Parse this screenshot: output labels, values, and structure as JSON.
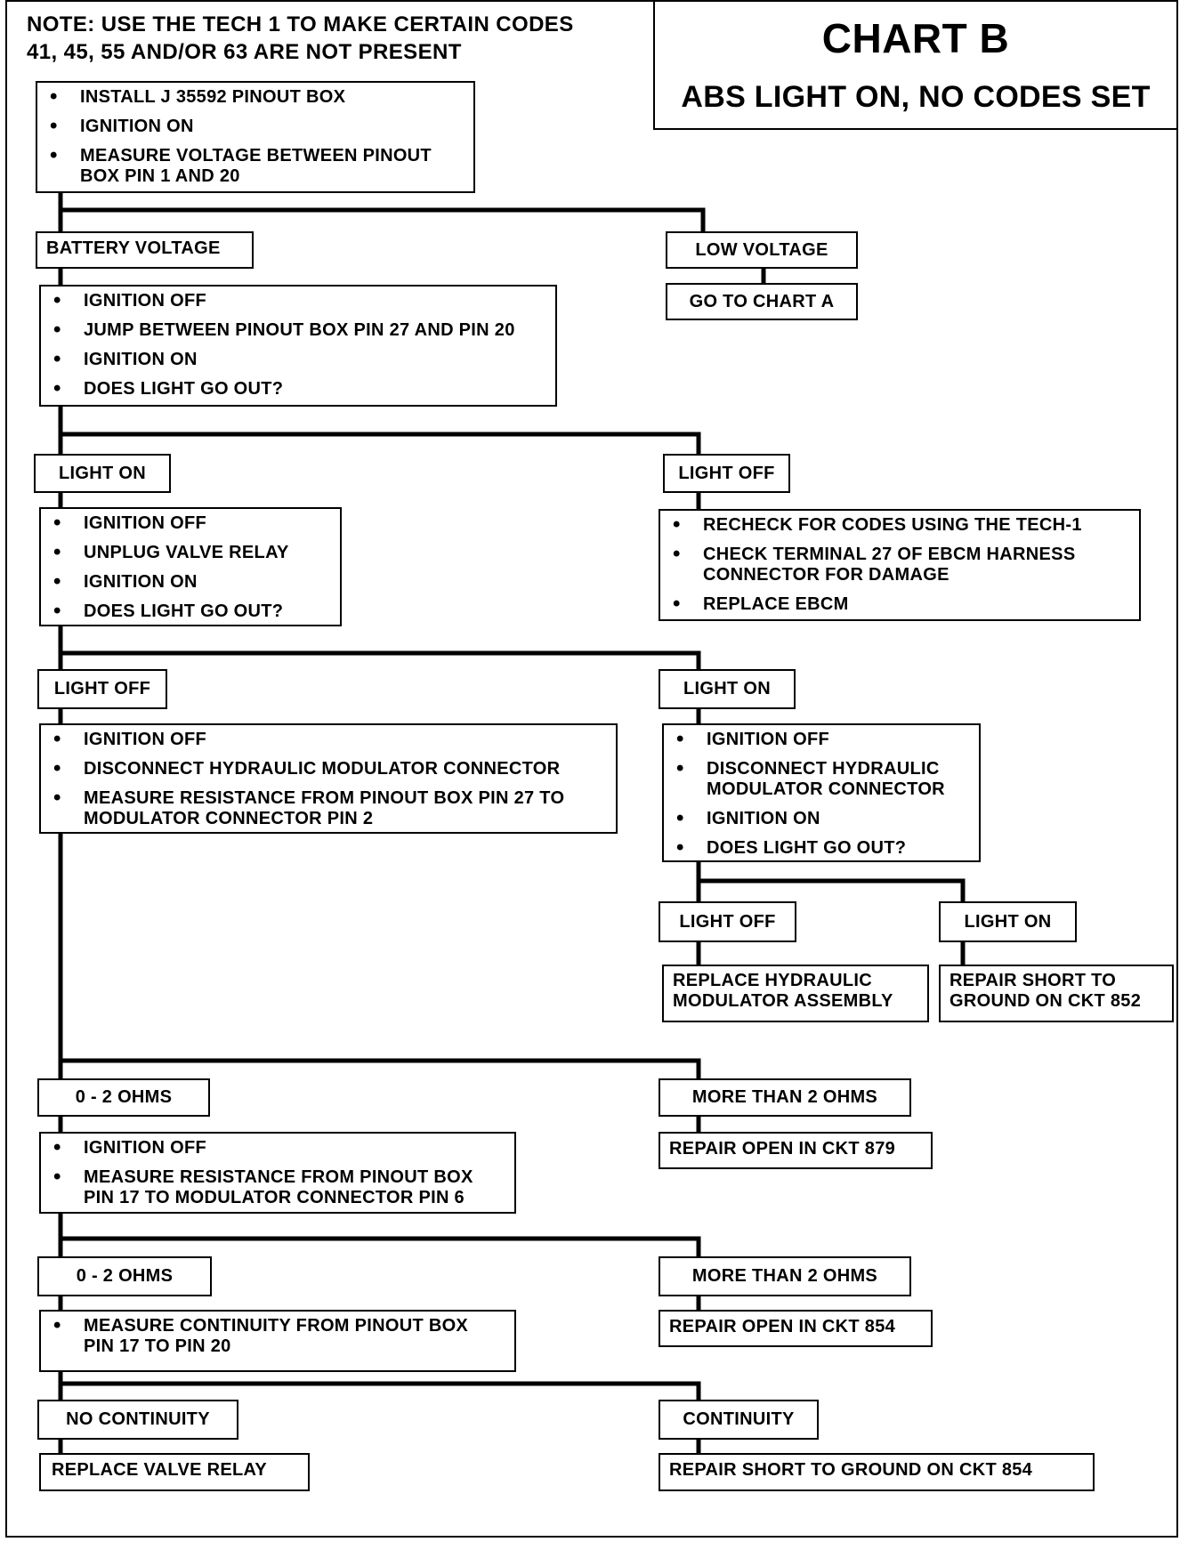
{
  "title": "CHART B",
  "subtitle": "ABS LIGHT ON, NO CODES SET",
  "note": "NOTE: USE THE TECH 1 TO MAKE CERTAIN CODES\n41, 45, 55 AND/OR 63 ARE NOT PRESENT",
  "step1": {
    "items": [
      "INSTALL J 35592 PINOUT BOX",
      "IGNITION ON",
      "MEASURE VOLTAGE BETWEEN PINOUT\nBOX PIN 1 AND 20"
    ]
  },
  "battery_voltage": "BATTERY VOLTAGE",
  "low_voltage": "LOW VOLTAGE",
  "go_to_chart_a": "GO TO CHART A",
  "step2": {
    "items": [
      "IGNITION OFF",
      "JUMP BETWEEN PINOUT BOX PIN 27 AND PIN 20",
      "IGNITION ON",
      "DOES LIGHT GO OUT?"
    ]
  },
  "light_on_1": "LIGHT ON",
  "light_off_1": "LIGHT OFF",
  "step3": {
    "items": [
      "IGNITION OFF",
      "UNPLUG VALVE RELAY",
      "IGNITION ON",
      "DOES LIGHT GO OUT?"
    ]
  },
  "recheck": {
    "items": [
      "RECHECK FOR CODES USING THE TECH-1",
      "CHECK TERMINAL 27 OF EBCM HARNESS\nCONNECTOR FOR DAMAGE",
      "REPLACE  EBCM"
    ]
  },
  "light_off_2": "LIGHT OFF",
  "light_on_2": "LIGHT ON",
  "step4": {
    "items": [
      "IGNITION OFF",
      "DISCONNECT HYDRAULIC MODULATOR CONNECTOR",
      "MEASURE RESISTANCE FROM PINOUT BOX PIN 27 TO\nMODULATOR CONNECTOR PIN 2"
    ]
  },
  "step5": {
    "items": [
      "IGNITION OFF",
      "DISCONNECT HYDRAULIC\nMODULATOR CONNECTOR",
      "IGNITION ON",
      "DOES LIGHT GO OUT?"
    ]
  },
  "light_off_3": "LIGHT OFF",
  "light_on_3": "LIGHT ON",
  "replace_modulator": "REPLACE HYDRAULIC\nMODULATOR ASSEMBLY",
  "repair_short_852": "REPAIR SHORT TO\nGROUND ON CKT 852",
  "ohms_a": "0 - 2 OHMS",
  "more_than_a": "MORE THAN 2 OHMS",
  "repair_open_879": "REPAIR OPEN IN CKT 879",
  "step6": {
    "items": [
      "IGNITION OFF",
      "MEASURE RESISTANCE FROM PINOUT BOX\nPIN 17 TO MODULATOR CONNECTOR PIN 6"
    ]
  },
  "ohms_b": "0 - 2 OHMS",
  "more_than_b": "MORE THAN 2 OHMS",
  "repair_open_854": "REPAIR OPEN IN CKT 854",
  "step7": {
    "items": [
      "MEASURE  CONTINUITY FROM PINOUT BOX\nPIN 17 TO PIN 20"
    ]
  },
  "no_continuity": "NO CONTINUITY",
  "continuity": "CONTINUITY",
  "replace_valve_relay": "REPLACE VALVE RELAY",
  "repair_short_854": "REPAIR SHORT TO GROUND ON CKT 854"
}
